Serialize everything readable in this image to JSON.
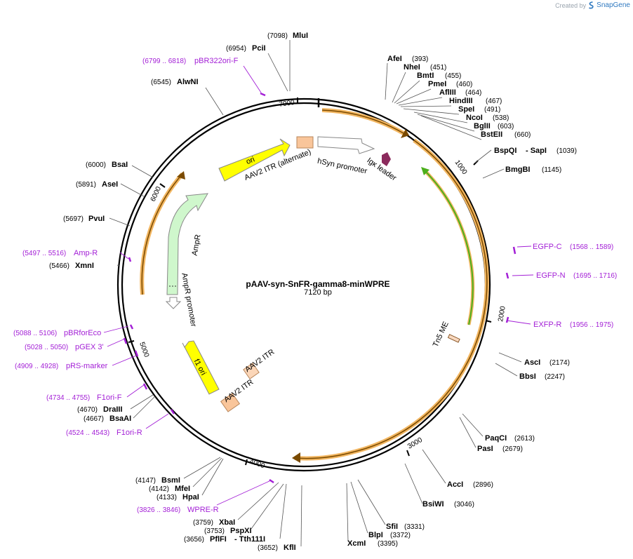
{
  "credit": {
    "created_by": "Created by",
    "brand": "SnapGene"
  },
  "plasmid": {
    "name": "pAAV-syn-SnFR-gamma8-minWPRE",
    "size_label": "7120 bp",
    "length": 7120
  },
  "ticks": [
    "1000",
    "2000",
    "3000",
    "4000",
    "5000",
    "6000",
    "7000"
  ],
  "enzymes": [
    {
      "name": "AfeI",
      "pos": "(393)"
    },
    {
      "name": "NheI",
      "pos": "(451)"
    },
    {
      "name": "BmtI",
      "pos": "(455)"
    },
    {
      "name": "PmeI",
      "pos": "(460)"
    },
    {
      "name": "AflIII",
      "pos": "(464)"
    },
    {
      "name": "HindIII",
      "pos": "(467)"
    },
    {
      "name": "SpeI",
      "pos": "(491)"
    },
    {
      "name": "NcoI",
      "pos": "(538)"
    },
    {
      "name": "BglII",
      "pos": "(603)"
    },
    {
      "name": "BstEII",
      "pos": "(660)"
    },
    {
      "name": "BspQI",
      "extra": "- SapI",
      "pos": "(1039)"
    },
    {
      "name": "BmgBI",
      "pos": "(1145)"
    },
    {
      "name": "AscI",
      "pos": "(2174)"
    },
    {
      "name": "BbsI",
      "pos": "(2247)"
    },
    {
      "name": "PaqCI",
      "pos": "(2613)"
    },
    {
      "name": "PasI",
      "pos": "(2679)"
    },
    {
      "name": "AccI",
      "pos": "(2896)"
    },
    {
      "name": "BsiWI",
      "pos": "(3046)"
    },
    {
      "name": "SfiI",
      "pos": "(3331)"
    },
    {
      "name": "BlpI",
      "pos": "(3372)"
    },
    {
      "name": "XcmI",
      "pos": "(3395)"
    },
    {
      "name": "KflI",
      "pos": "(3652)"
    },
    {
      "name": "PflFI",
      "extra": "- Tth111I",
      "pos": "(3656)"
    },
    {
      "name": "PspXI",
      "pos": "(3753)"
    },
    {
      "name": "XbaI",
      "pos": "(3759)"
    },
    {
      "name": "HpaI",
      "pos": "(4133)"
    },
    {
      "name": "MfeI",
      "pos": "(4142)"
    },
    {
      "name": "BsmI",
      "pos": "(4147)"
    },
    {
      "name": "BsaAI",
      "pos": "(4667)"
    },
    {
      "name": "DraIII",
      "pos": "(4670)"
    },
    {
      "name": "XmnI",
      "pos": "(5466)"
    },
    {
      "name": "PvuI",
      "pos": "(5697)"
    },
    {
      "name": "AseI",
      "pos": "(5891)"
    },
    {
      "name": "BsaI",
      "pos": "(6000)"
    },
    {
      "name": "AlwNI",
      "pos": "(6545)"
    },
    {
      "name": "PciI",
      "pos": "(6954)"
    },
    {
      "name": "MluI",
      "pos": "(7098)"
    }
  ],
  "primers": [
    {
      "name": "pBR322ori-F",
      "pos": "(6799 .. 6818)"
    },
    {
      "name": "EGFP-C",
      "pos": "(1568 .. 1589)"
    },
    {
      "name": "EGFP-N",
      "pos": "(1695 .. 1716)"
    },
    {
      "name": "EXFP-R",
      "pos": "(1956 .. 1975)"
    },
    {
      "name": "Amp-R",
      "pos": "(5497 .. 5516)"
    },
    {
      "name": "pBRforEco",
      "pos": "(5088 .. 5106)"
    },
    {
      "name": "pGEX 3'",
      "pos": "(5028 .. 5050)"
    },
    {
      "name": "pRS-marker",
      "pos": "(4909 .. 4928)"
    },
    {
      "name": "F1ori-F",
      "pos": "(4734 .. 4755)"
    },
    {
      "name": "F1ori-R",
      "pos": "(4524 .. 4543)"
    },
    {
      "name": "WPRE-R",
      "pos": "(3826 .. 3846)"
    }
  ],
  "features": [
    {
      "label": "ori"
    },
    {
      "label": "AAV2 ITR (alternate)"
    },
    {
      "label": "hSyn promoter"
    },
    {
      "label": "Igκ leader"
    },
    {
      "label": "AmpR"
    },
    {
      "label": "AmpR promoter"
    },
    {
      "label": "f1 ori"
    },
    {
      "label": "AAV2 ITR"
    },
    {
      "label": "AAV2 ITR"
    },
    {
      "label": "Tn5 ME"
    }
  ],
  "colors": {
    "ori": "#ffff00",
    "itr": "#f9c59a",
    "ampr": "#cff7cc",
    "orf_outline": "#f2b661",
    "green_arc": "#4caf1d",
    "igk": "#8b2a5c",
    "primer": "#a31fd6",
    "backbone": "#000000"
  }
}
